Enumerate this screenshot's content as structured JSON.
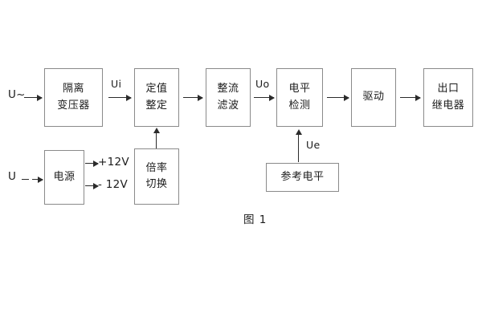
{
  "figure": {
    "caption": "图 1",
    "line_color": "#8a8a8a",
    "arrow_color": "#2b2b2b",
    "text_color": "#1c1c1c",
    "background": "#ffffff"
  },
  "blocks": [
    {
      "id": "isolation-transformer",
      "line1": "隔离",
      "line2": "变压器"
    },
    {
      "id": "setting-value",
      "line1": "定值",
      "line2": "整定"
    },
    {
      "id": "rectify-filter",
      "line1": "整流",
      "line2": "滤波"
    },
    {
      "id": "level-detection",
      "line1": "电平",
      "line2": "检测"
    },
    {
      "id": "drive",
      "line1": "驱动",
      "line2": ""
    },
    {
      "id": "output-relay",
      "line1": "出口",
      "line2": "继电器"
    },
    {
      "id": "power-supply",
      "line1": "电源",
      "line2": ""
    },
    {
      "id": "multiplier-switch",
      "line1": "倍率",
      "line2": "切换"
    },
    {
      "id": "reference-level",
      "line1": "参考电平",
      "line2": ""
    }
  ],
  "terminals": {
    "ac_input": "U~",
    "dc_input": "U"
  },
  "signals": {
    "ui": "Ui",
    "uo": "Uo",
    "ue": "Ue"
  },
  "rails": {
    "positive": "+12V",
    "negative": "- 12V"
  }
}
